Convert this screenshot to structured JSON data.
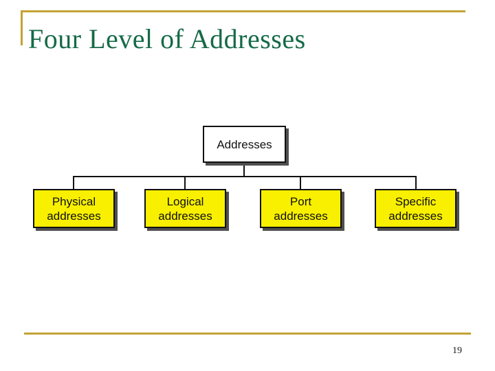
{
  "slide": {
    "title": "Four Level of Addresses",
    "page_number": "19"
  },
  "colors": {
    "title_green": "#156A47",
    "rule_gold": "#C4A233",
    "node_yellow": "#F9F000",
    "node_border": "#111111",
    "shadow_gray": "#4F4F4F",
    "background": "#FFFFFF"
  },
  "diagram": {
    "root": {
      "label": "Addresses"
    },
    "children": [
      {
        "line1": "Physical",
        "line2": "addresses"
      },
      {
        "line1": "Logical",
        "line2": "addresses"
      },
      {
        "line1": "Port",
        "line2": "addresses"
      },
      {
        "line1": "Specific",
        "line2": "addresses"
      }
    ]
  }
}
